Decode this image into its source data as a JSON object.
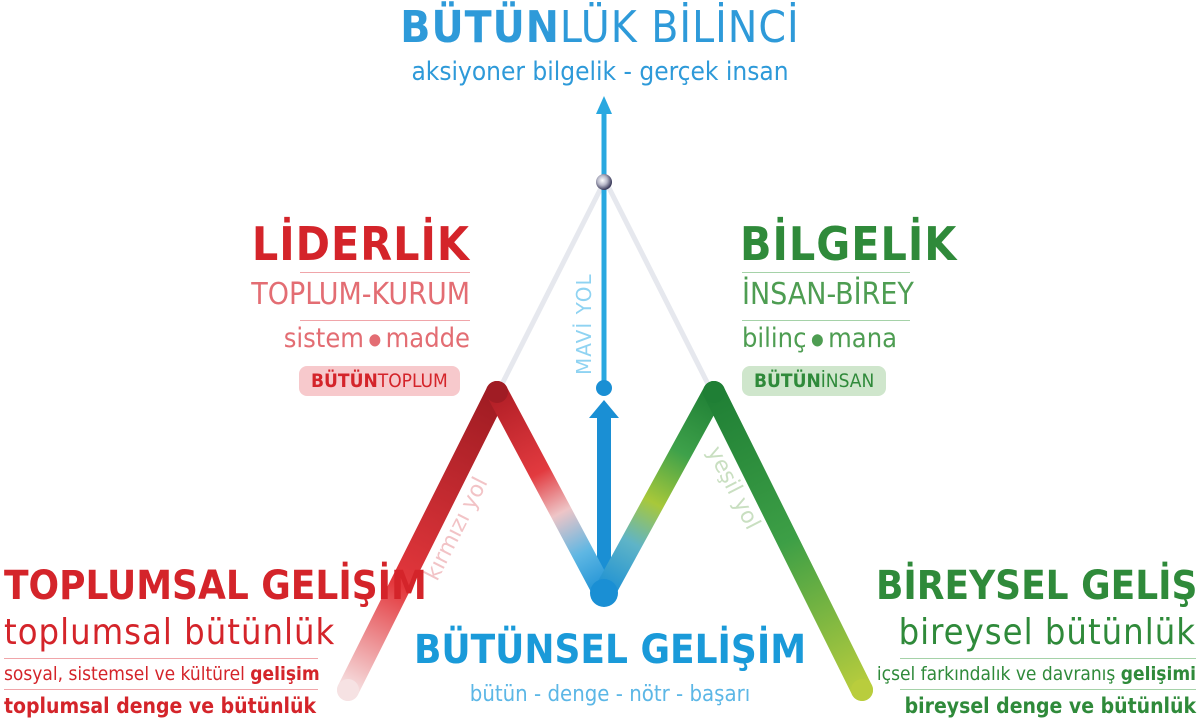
{
  "top": {
    "title_bold": "BÜTÜN",
    "title_rest": "LÜK BİLİNCİ",
    "subtitle": "aksiyoner bilgelik - gerçek insan"
  },
  "left": {
    "title": "LİDERLİK",
    "line1": "TOPLUM-KURUM",
    "line2a": "sistem",
    "line2b": "madde",
    "badge_bold": "BÜTÜN",
    "badge_rest": "TOPLUM"
  },
  "right": {
    "title": "BİLGELİK",
    "line1": "İNSAN-BİREY",
    "line2a": "bilinç",
    "line2b": "mana",
    "badge_bold": "BÜTÜN",
    "badge_rest": "İNSAN"
  },
  "paths": {
    "blue": "MAVİ YOL",
    "red": "kırmızı yol",
    "green": "yeşil yol"
  },
  "bottom_left": {
    "title": "TOPLUMSAL GELİŞİM",
    "sub": "toplumsal bütünlük",
    "line1_text": "sosyal, sistemsel ve kültürel ",
    "line1_bold": "gelişim",
    "line2": "toplumsal denge ve bütünlük"
  },
  "bottom_center": {
    "title": "BÜTÜNSEL GELİŞİM",
    "sub": "bütün - denge - nötr - başarı"
  },
  "bottom_right": {
    "title": "BİREYSEL GELİŞİM",
    "sub": "bireysel bütünlük",
    "line1_text": "içsel farkındalık ve davranış ",
    "line1_bold": "gelişimi",
    "line2": "bireysel denge ve bütünlük"
  },
  "colors": {
    "red": "#d4242a",
    "green": "#2f8a3a",
    "lime": "#b5cc3a",
    "blue": "#1a9ad9",
    "sky": "#8fd3f2"
  }
}
